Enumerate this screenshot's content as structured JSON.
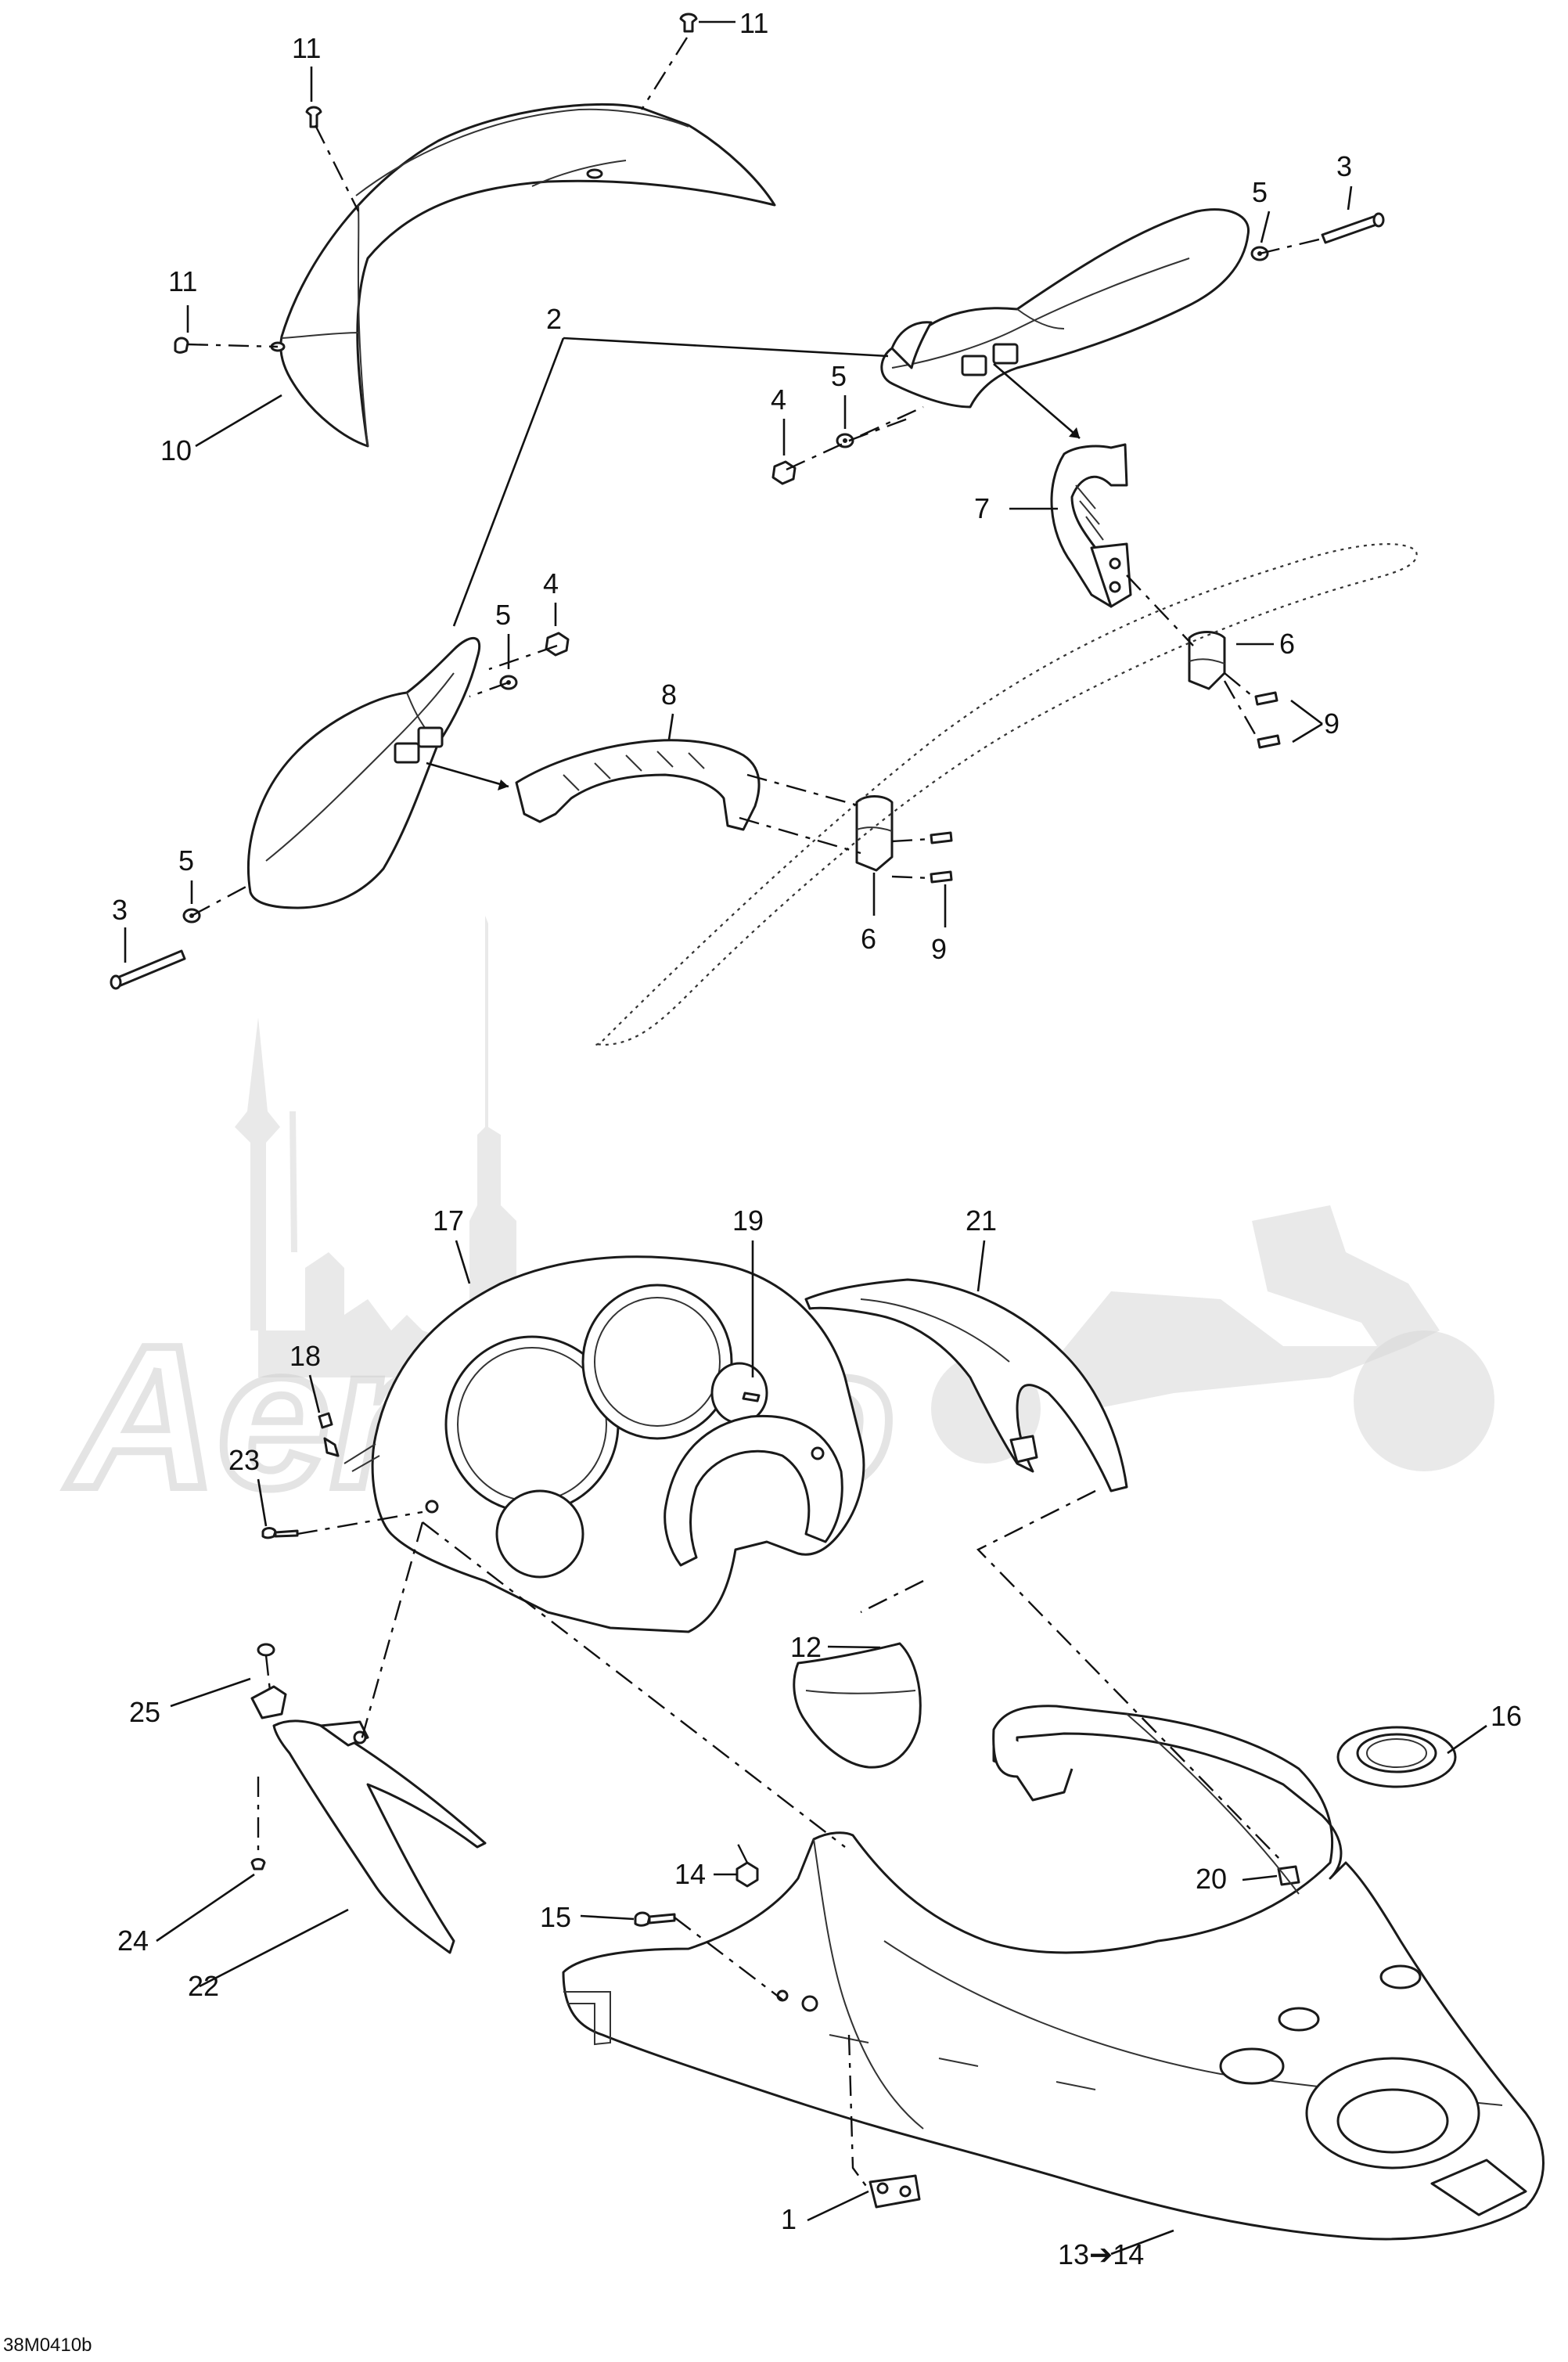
{
  "callouts": [
    {
      "id": "c11a",
      "label": "11"
    },
    {
      "id": "c11b",
      "label": "11"
    },
    {
      "id": "c11c",
      "label": "11"
    },
    {
      "id": "c10",
      "label": "10"
    },
    {
      "id": "c2",
      "label": "2"
    },
    {
      "id": "c3a",
      "label": "3"
    },
    {
      "id": "c5a",
      "label": "5"
    },
    {
      "id": "c5b",
      "label": "5"
    },
    {
      "id": "c4a",
      "label": "4"
    },
    {
      "id": "c7",
      "label": "7"
    },
    {
      "id": "c6a",
      "label": "6"
    },
    {
      "id": "c9a",
      "label": "9"
    },
    {
      "id": "c4b",
      "label": "4"
    },
    {
      "id": "c5c",
      "label": "5"
    },
    {
      "id": "c8",
      "label": "8"
    },
    {
      "id": "c5d",
      "label": "5"
    },
    {
      "id": "c3b",
      "label": "3"
    },
    {
      "id": "c6b",
      "label": "6"
    },
    {
      "id": "c9b",
      "label": "9"
    },
    {
      "id": "c17",
      "label": "17"
    },
    {
      "id": "c19",
      "label": "19"
    },
    {
      "id": "c21",
      "label": "21"
    },
    {
      "id": "c18",
      "label": "18"
    },
    {
      "id": "c23",
      "label": "23"
    },
    {
      "id": "c12",
      "label": "12"
    },
    {
      "id": "c16",
      "label": "16"
    },
    {
      "id": "c25",
      "label": "25"
    },
    {
      "id": "c14",
      "label": "14"
    },
    {
      "id": "c20",
      "label": "20"
    },
    {
      "id": "c15",
      "label": "15"
    },
    {
      "id": "c24",
      "label": "24"
    },
    {
      "id": "c22",
      "label": "22"
    },
    {
      "id": "c1",
      "label": "1"
    },
    {
      "id": "c13",
      "label": "13➔14"
    }
  ],
  "drawing_code": "38M0410b",
  "watermark": "AerMoto"
}
